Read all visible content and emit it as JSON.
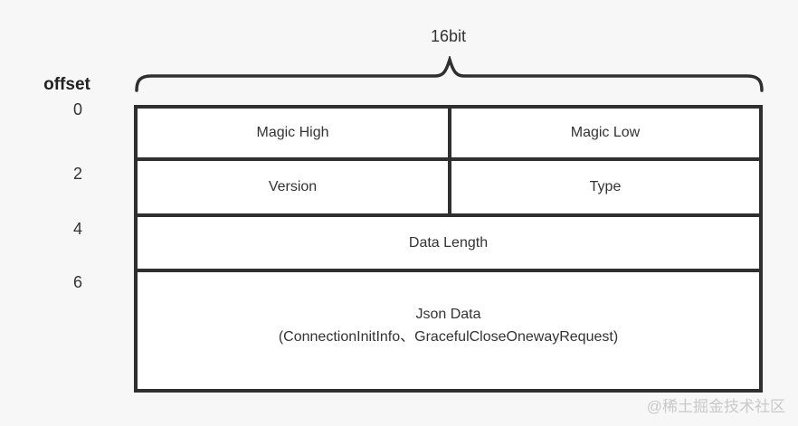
{
  "colors": {
    "background": "#f7f7f7",
    "cell_background": "#ffffff",
    "line": "#2f2f2f",
    "text": "#333333",
    "watermark": "#c9c9c9"
  },
  "diagram": {
    "bit_width_label": "16bit",
    "offset_label": "offset",
    "offsets": [
      "0",
      "2",
      "4",
      "6"
    ],
    "rows": [
      {
        "cells": [
          "Magic High",
          "Magic Low"
        ]
      },
      {
        "cells": [
          "Version",
          "Type"
        ]
      },
      {
        "cells": [
          "Data Length"
        ]
      },
      {
        "cells": [
          "Json Data"
        ],
        "subline": "(ConnectionInitInfo、GracefulCloseOnewayRequest)"
      }
    ]
  },
  "watermark": "@稀土掘金技术社区"
}
